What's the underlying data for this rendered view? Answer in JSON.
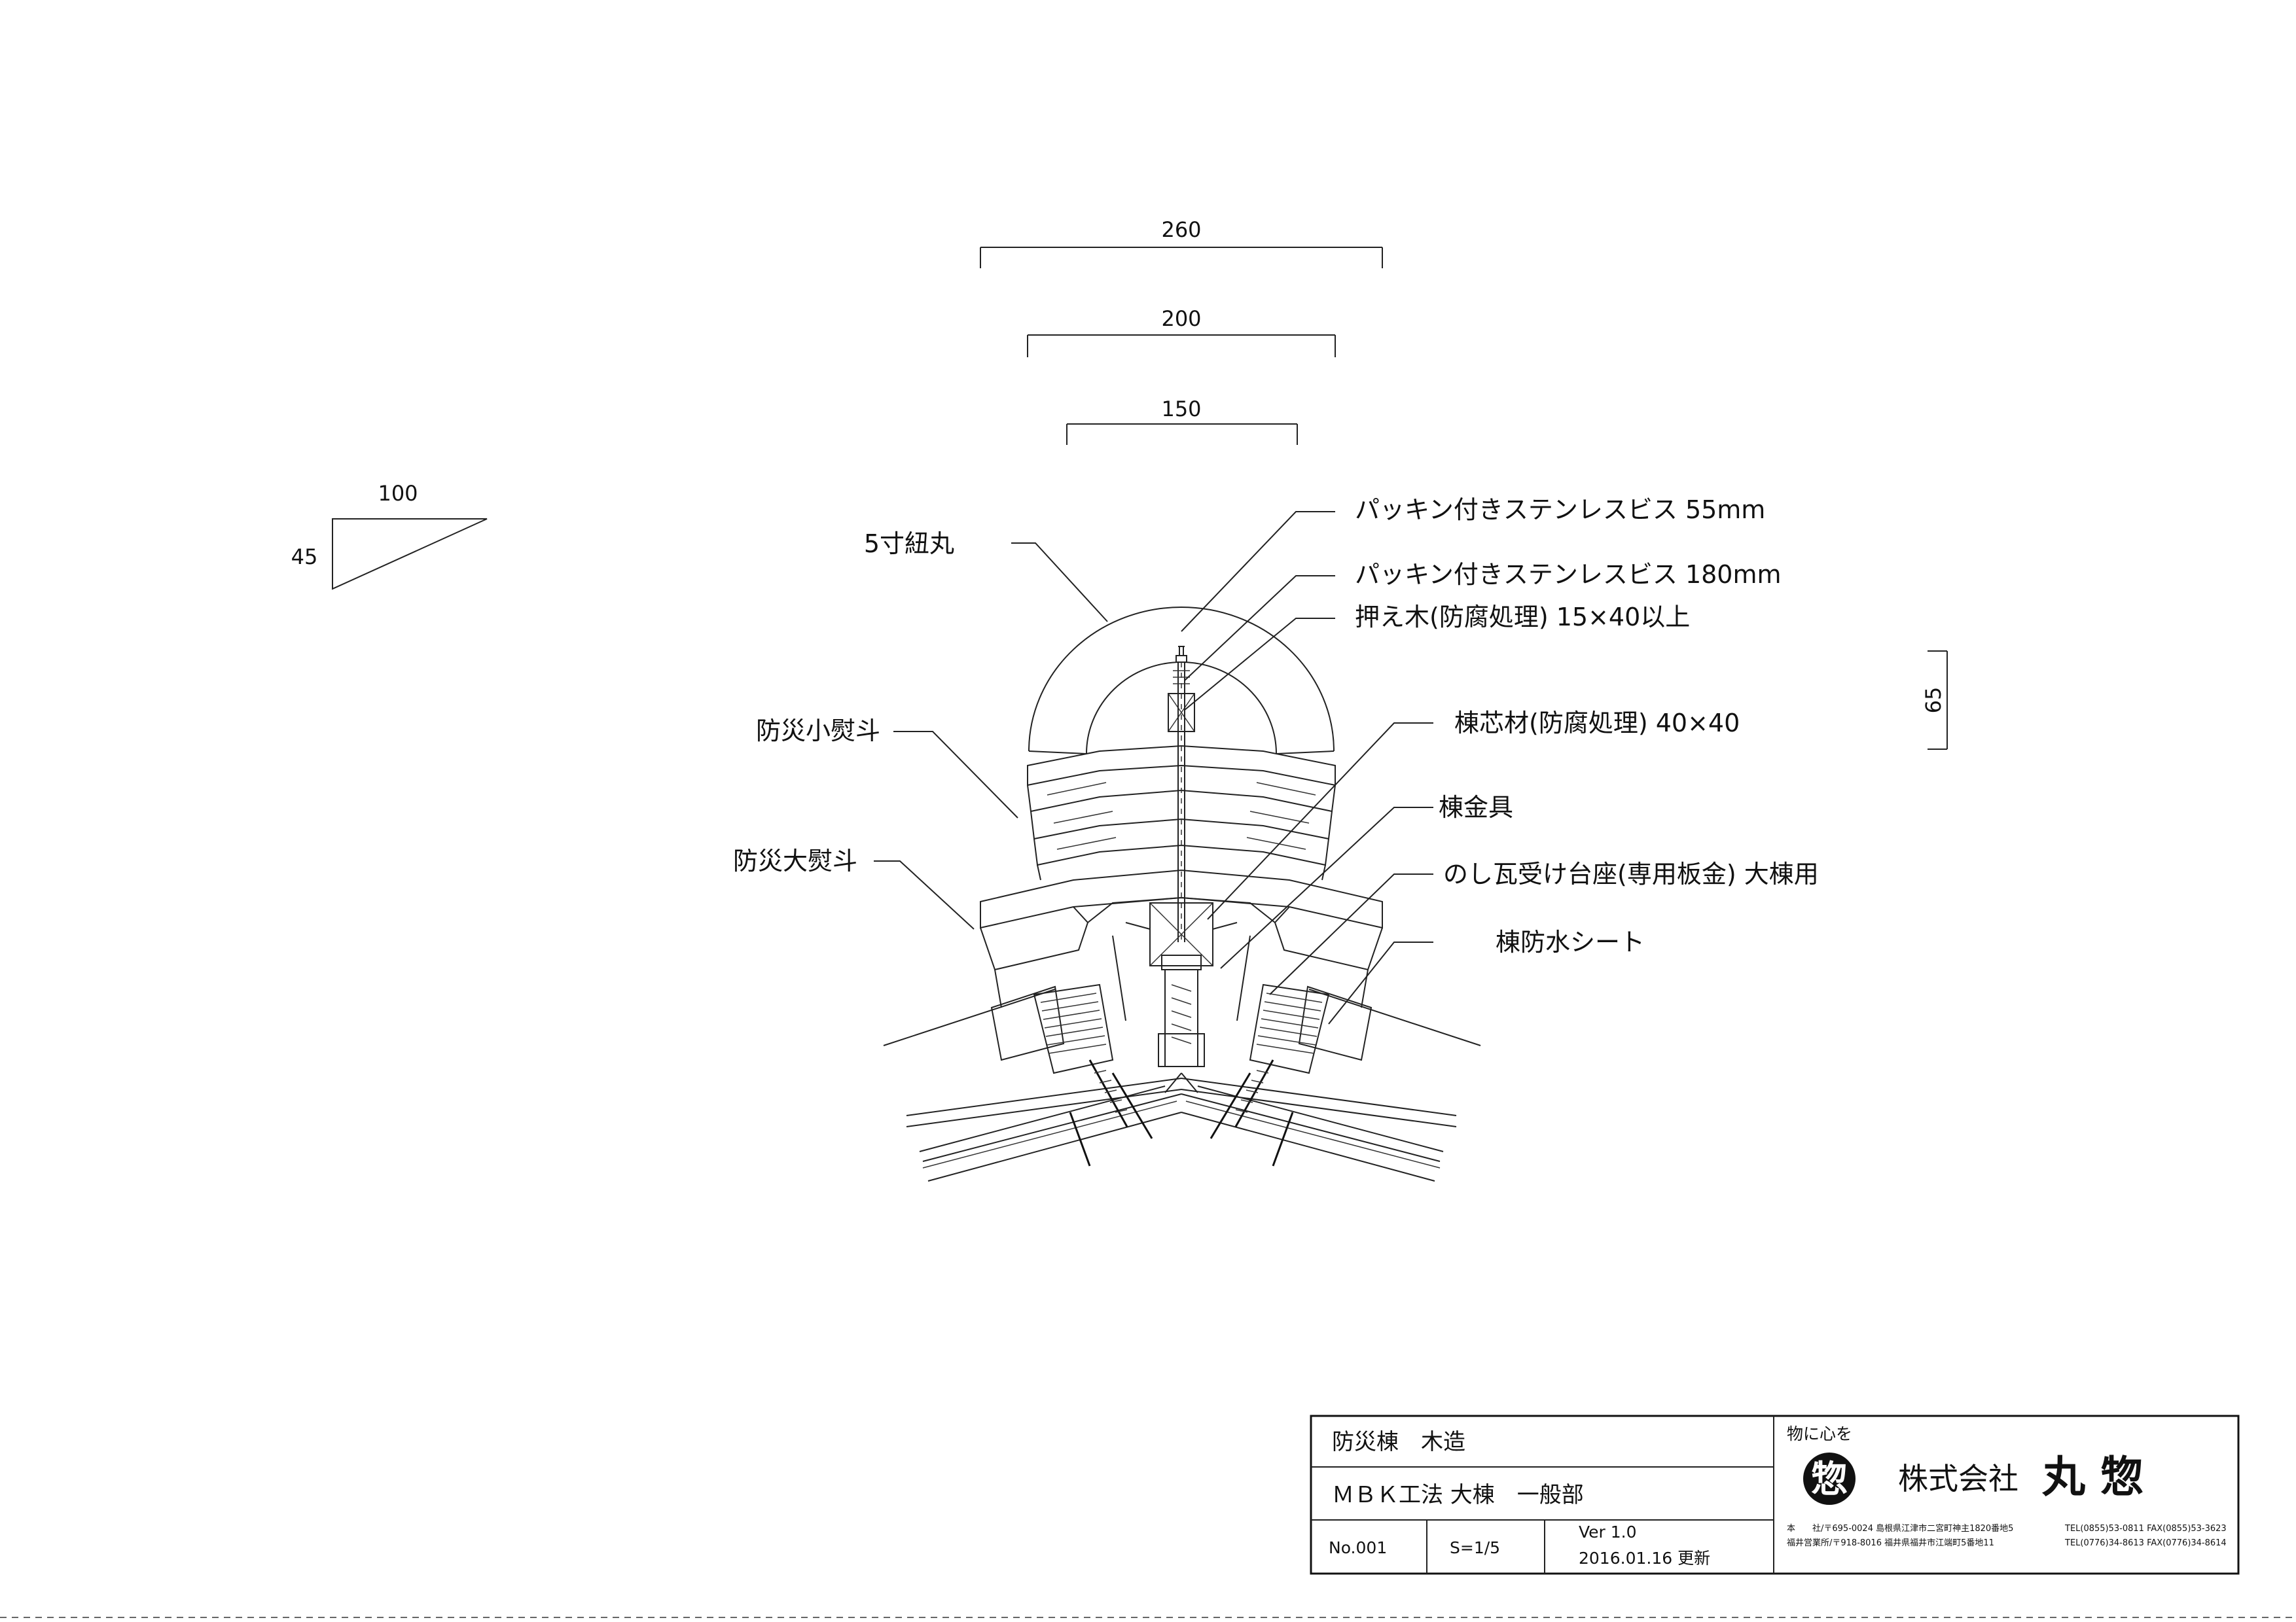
{
  "dimensions": {
    "d260": "260",
    "d200": "200",
    "d150": "150",
    "slope_run": "100",
    "slope_rise": "45",
    "height_65": "65"
  },
  "labels": {
    "gochu_maru": "5寸紐丸",
    "packing_screw_55": "パッキン付きステンレスビス 55mm",
    "packing_screw_180": "パッキン付きステンレスビス 180mm",
    "osaegi": "押え木(防腐処理) 15×40以上",
    "bousai_konoshi": "防災小熨斗",
    "munashinzai": "棟芯材(防腐処理) 40×40",
    "munakanagu": "棟金具",
    "bousai_oonoshi": "防災大熨斗",
    "noshi_daiza": "のし瓦受け台座(専用板金) 大棟用",
    "muna_bousui_sheet": "棟防水シート"
  },
  "title_block": {
    "title_1": "防災棟　木造",
    "title_2": "ＭＢＫ工法 大棟　一般部",
    "number": "No.001",
    "scale": "S=1/5",
    "version": "Ver 1.0",
    "updated": "2016.01.16 更新",
    "motto": "物に心を",
    "logo_char": "惣",
    "company_prefix": "株式会社",
    "company_name": "丸 惣",
    "hq_address": "本　　社/〒695-0024 島根県江津市二宮町神主1820番地5",
    "hq_tel": "TEL(0855)53-0811 FAX(0855)53-3623",
    "branch_address": "福井営業所/〒918-8016 福井県福井市江端町5番地11",
    "branch_tel": "TEL(0776)34-8613 FAX(0776)34-8614"
  }
}
